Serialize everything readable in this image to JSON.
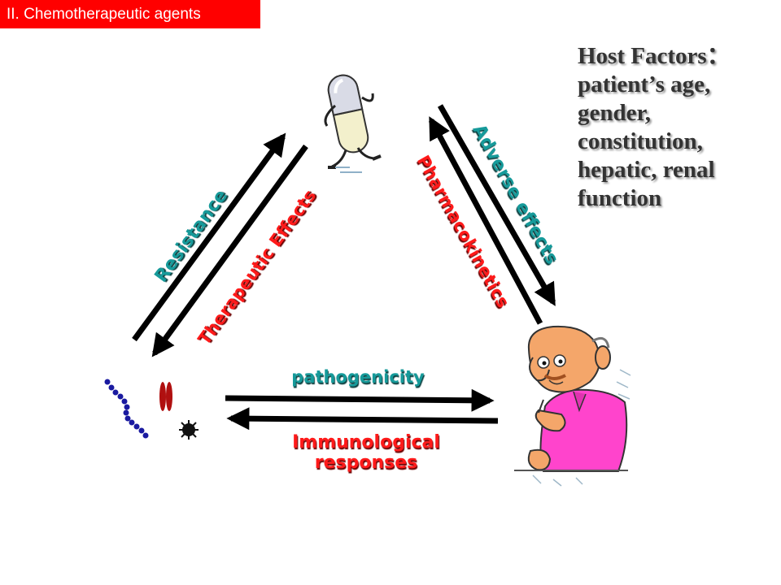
{
  "header": {
    "section_label": "II. Chemotherapeutic agents"
  },
  "host_factors": {
    "lines": [
      "Host Factors：",
      "patient’s age,",
      "gender,",
      "constitution,",
      "hepatic, renal",
      "function"
    ]
  },
  "labels": {
    "resistance": "Resistance",
    "therapeutic_effects": "Therapeutic Effects",
    "adverse_effects": "Adverse effects",
    "pharmacokinetics": "Pharmacokinetics",
    "pathogenicity": "pathogenicity",
    "immunological_line1": "Immunological",
    "immunological_line2": "responses"
  },
  "colors": {
    "header_bg": "#ff0000",
    "teal_label": "#169a9a",
    "red_label": "#ff1a1a",
    "arrows": "#000000",
    "patient_shirt": "#ff44cc",
    "patient_skin": "#f4a66a",
    "microbe_dots": "#1a1aa0",
    "microbe_rods": "#b01010"
  },
  "icons": {
    "drug": "walking-capsule-icon",
    "patient": "elderly-patient-icon",
    "microbes": "microorganisms-icon"
  }
}
